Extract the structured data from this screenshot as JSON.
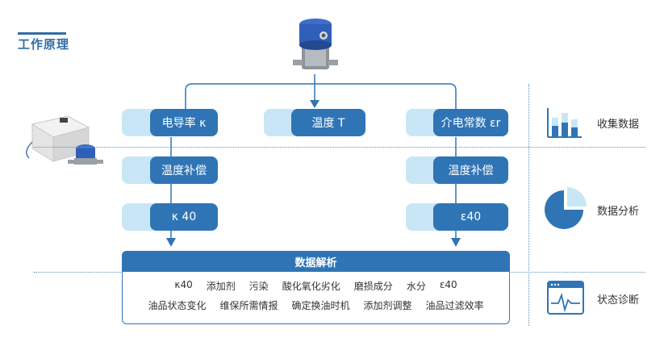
{
  "section": {
    "title": "工作原理"
  },
  "nodes": {
    "conductivity": "电导率 κ",
    "temperature": "温度 T",
    "dielectric": "介电常数 εr",
    "temp_comp_left": "温度补偿",
    "temp_comp_right": "温度补偿",
    "kappa40": "κ 40",
    "eps40": "ε40"
  },
  "panel": {
    "title": "数据解析",
    "row1": [
      "κ40",
      "添加剂",
      "污染",
      "酸化氧化劣化",
      "磨损成分",
      "水分",
      "ε40"
    ],
    "row2": [
      "油品状态变化",
      "维保所需情报",
      "确定换油时机",
      "添加剂调整",
      "油品过滤效率"
    ]
  },
  "stages": {
    "collect": "收集数据",
    "analyze": "数据分析",
    "diagnose": "状态诊断"
  },
  "colors": {
    "primary": "#2f75b6",
    "light": "#c9e6f6",
    "accent_dark": "#1f5f99"
  },
  "icons": [
    "sensor-device-icon",
    "controller-device-icon",
    "bar-chart-icon",
    "pie-chart-icon",
    "monitor-waveform-icon"
  ]
}
